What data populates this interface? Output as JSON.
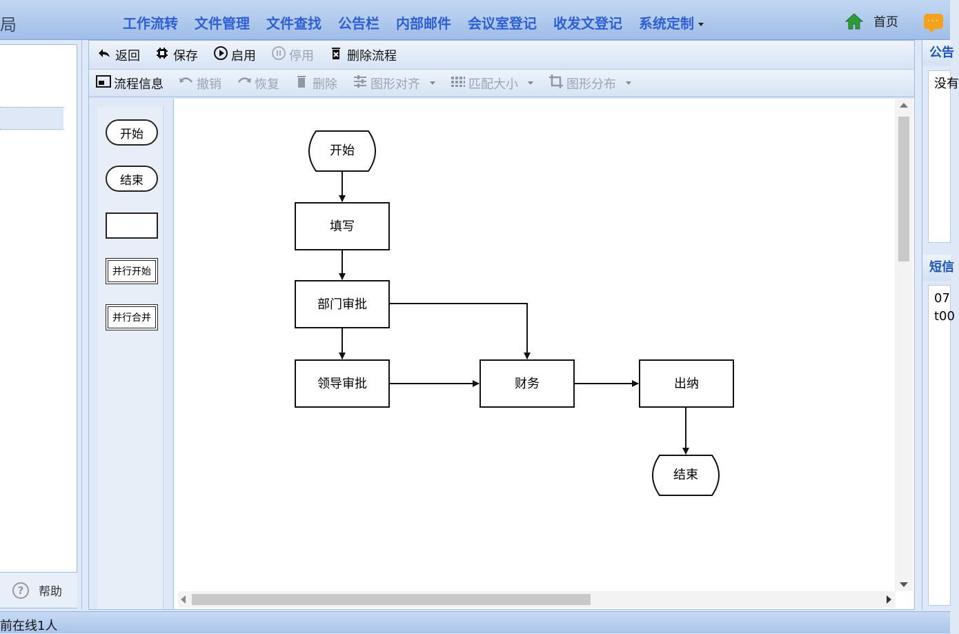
{
  "header": {
    "brand": "局",
    "nav": [
      "工作流转",
      "文件管理",
      "文件查找",
      "公告栏",
      "内部邮件",
      "会议室登记",
      "收发文登记",
      "系统定制"
    ],
    "home_label": "首页",
    "msg_icon": "chat-bubble-icon"
  },
  "left": {
    "help_label": "帮助"
  },
  "toolbar1": {
    "back": "返回",
    "save": "保存",
    "enable": "启用",
    "disable": "停用",
    "delete_flow": "删除流程"
  },
  "toolbar2": {
    "flow_info": "流程信息",
    "undo": "撤销",
    "redo": "恢复",
    "delete": "删除",
    "align": "图形对齐",
    "match_size": "匹配大小",
    "distribute": "图形分布"
  },
  "palette": {
    "start": "开始",
    "end": "结束",
    "task": "",
    "parallel_start": "并行开始",
    "parallel_merge": "并行合并"
  },
  "flow": {
    "nodes": {
      "start": "开始",
      "fill": "填写",
      "dept": "部门审批",
      "leader": "领导审批",
      "finance": "财务",
      "cashier": "出纳",
      "end": "结束"
    }
  },
  "right": {
    "notice_title": "公告",
    "notice_body": "没有",
    "sms_title": "短信",
    "sms_line1": "07",
    "sms_line2": "t00"
  },
  "status": {
    "online": "前在线1人"
  }
}
